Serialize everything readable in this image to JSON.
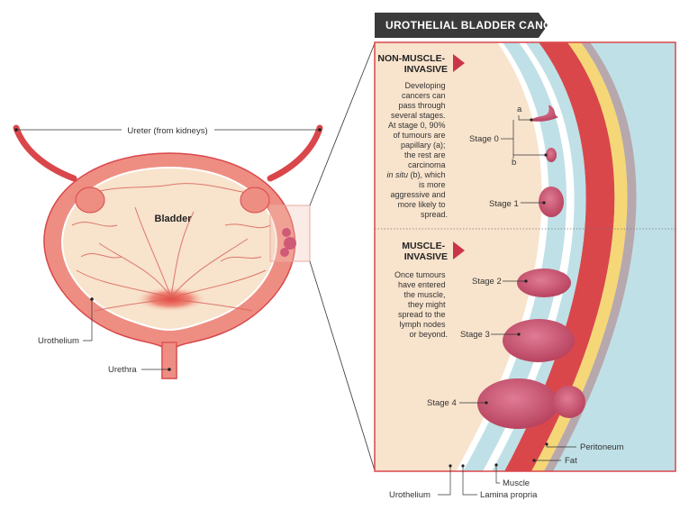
{
  "title": "UROTHELIAL BLADDER CANCER",
  "left": {
    "ureter_label": "Ureter (from kidneys)",
    "bladder_label": "Bladder",
    "urothelium_label": "Urothelium",
    "urethra_label": "Urethra"
  },
  "non_invasive": {
    "heading": [
      "NON-MUSCLE-",
      "INVASIVE"
    ],
    "body": [
      "Developing",
      "cancers can",
      "pass through",
      "several stages.",
      "At stage 0, 90%",
      "of tumours are",
      "papillary (a);",
      "the rest are",
      "carcinoma",
      "in situ (b), which",
      "is more",
      "aggressive and",
      "more likely to",
      "spread."
    ]
  },
  "invasive": {
    "heading": [
      "MUSCLE-",
      "INVASIVE"
    ],
    "body": [
      "Once tumours",
      "have entered",
      "the muscle,",
      "they might",
      "spread to the",
      "lymph nodes",
      "or beyond."
    ]
  },
  "stages": {
    "stage0": "Stage 0",
    "a": "a",
    "b": "b",
    "stage1": "Stage 1",
    "stage2": "Stage 2",
    "stage3": "Stage 3",
    "stage4": "Stage 4"
  },
  "layers": {
    "peritoneum": "Peritoneum",
    "fat": "Fat",
    "muscle": "Muscle",
    "urothelium": "Urothelium",
    "lamina_propria": "Lamina propria"
  },
  "colors": {
    "title_bg": "#3a3a3a",
    "accent": "#c9344a",
    "muscle": "#d9474b",
    "fat": "#f6d778",
    "lamina": "#bfe0e6",
    "peritoneum": "#b7a8ad",
    "lumen": "#f8e3cc",
    "tumour": "#cf5a78"
  }
}
